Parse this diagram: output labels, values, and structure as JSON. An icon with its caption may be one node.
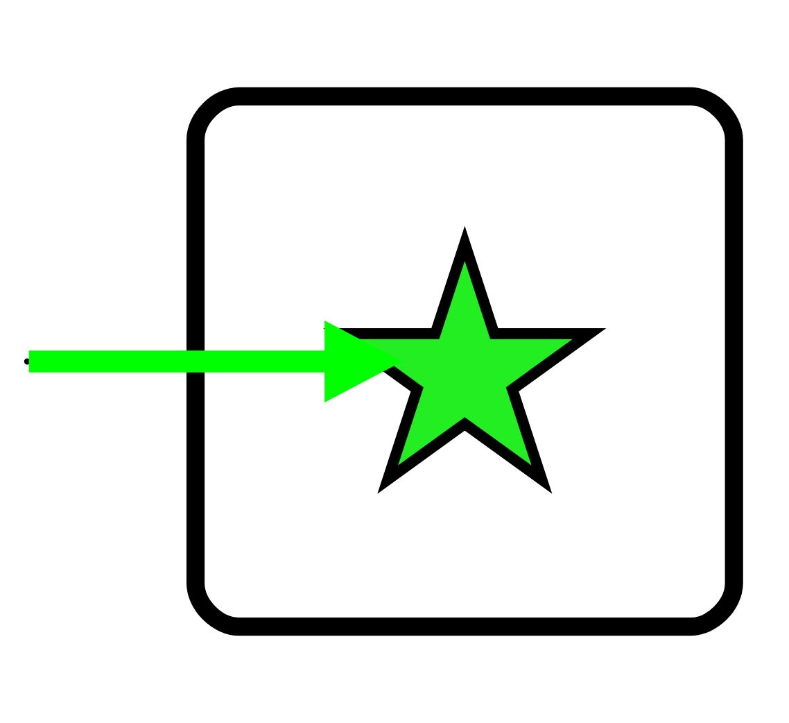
{
  "diagram": {
    "nodes": [
      {
        "text": [],
        "shape": "polygon"
      },
      {
        "text": [],
        "shape": "star",
        "in": 0
      }
    ],
    "edges": [
      {
        "from": null,
        "to": 1,
        "arrow": "to",
        "color": "#00ff00"
      }
    ]
  }
}
